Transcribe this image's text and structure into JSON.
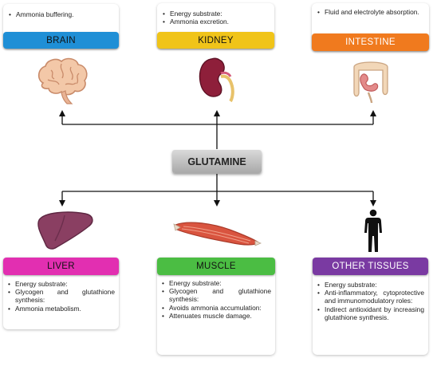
{
  "center": {
    "label": "GLUTAMINE"
  },
  "organs": {
    "brain": {
      "title": "BRAIN",
      "color": "#1f8fd6",
      "notes": [
        "Ammonia buffering."
      ]
    },
    "kidney": {
      "title": "KIDNEY",
      "color": "#f0c419",
      "notes": [
        "Energy substrate:",
        "Ammonia excretion."
      ]
    },
    "intestine": {
      "title": "INTESTINE",
      "color": "#f07a1e",
      "notes": [
        "Fluid and electrolyte absorption."
      ]
    },
    "liver": {
      "title": "LIVER",
      "color": "#e22fb1",
      "notes": [
        "Energy substrate:",
        "Glycogen and glutathione synthesis:",
        "Ammonia metabolism."
      ]
    },
    "muscle": {
      "title": "MUSCLE",
      "color": "#4bbd43",
      "notes": [
        "Energy substrate:",
        "Glycogen and glutathione synthesis:",
        "Avoids ammonia accumulation:",
        "Attenuates muscle damage."
      ]
    },
    "other": {
      "title": "OTHER TISSUES",
      "color": "#7a3aa2",
      "notes": [
        "Energy substrate:",
        "Anti-inflammatory, cytoprotective and immunomodulatory roles:",
        "Indirect antioxidant by increasing glutathione synthesis."
      ]
    }
  },
  "icons": {
    "brain": "brain-icon",
    "kidney": "kidney-icon",
    "intestine": "intestine-icon",
    "liver": "liver-icon",
    "muscle": "muscle-icon",
    "other": "human-silhouette-icon"
  }
}
